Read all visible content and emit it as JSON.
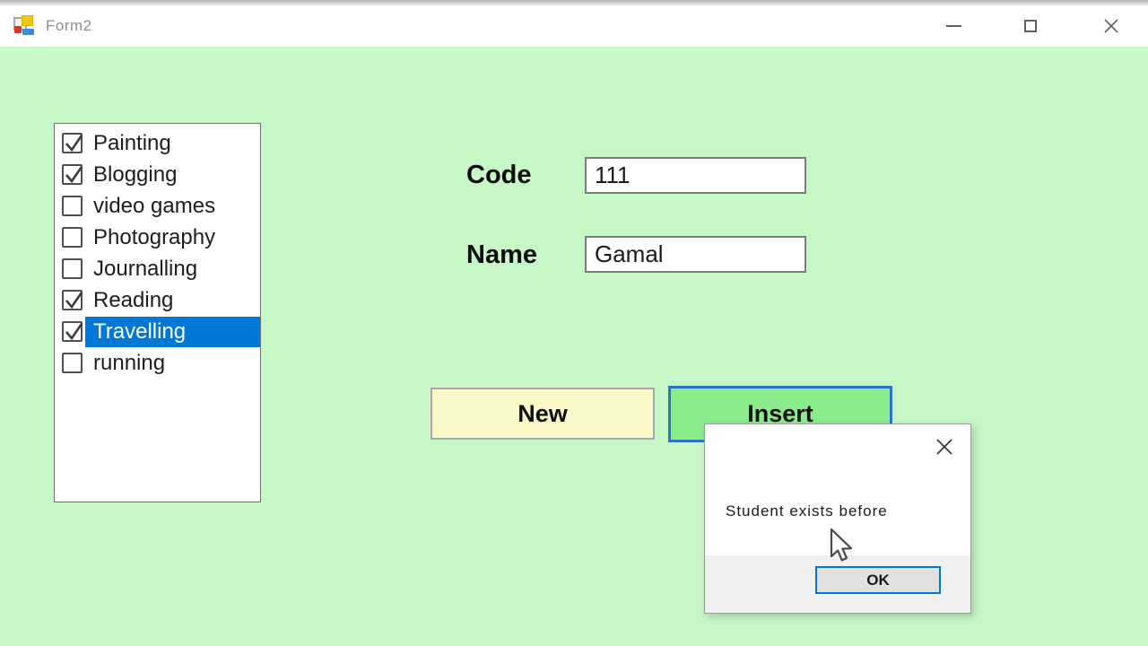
{
  "window": {
    "title": "Form2",
    "icons": [
      "app-icon",
      "minimize-icon",
      "maximize-icon",
      "close-icon"
    ]
  },
  "form": {
    "hobbies_list": {
      "items": [
        {
          "label": "Painting",
          "checked": true,
          "selected": false
        },
        {
          "label": "Blogging",
          "checked": true,
          "selected": false
        },
        {
          "label": "video games",
          "checked": false,
          "selected": false
        },
        {
          "label": "Photography",
          "checked": false,
          "selected": false
        },
        {
          "label": "Journalling",
          "checked": false,
          "selected": false
        },
        {
          "label": "Reading",
          "checked": true,
          "selected": false
        },
        {
          "label": "Travelling",
          "checked": true,
          "selected": true
        },
        {
          "label": "running",
          "checked": false,
          "selected": false
        }
      ]
    },
    "fields": [
      {
        "label": "Code",
        "value": "111"
      },
      {
        "label": "Name",
        "value": "Gamal"
      }
    ],
    "buttons": {
      "new_label": "New",
      "insert_label": "Insert"
    }
  },
  "dialog": {
    "message": "Student exists before",
    "ok_label": "OK",
    "icons": [
      "close-icon",
      "arrow-cursor"
    ]
  },
  "colors": {
    "form_background": "#c7f6c7",
    "new_button": "#faf7c8",
    "insert_button": "#8bec8b",
    "insert_border": "#2e74c6",
    "selection_blue": "#0078d7",
    "dialog_footer": "#f0f0f0",
    "ok_button_bg": "#e1e1e1",
    "ok_button_border": "#0078d7",
    "titlebar_bg": "#ffffff",
    "title_text": "#8f8f8f"
  }
}
